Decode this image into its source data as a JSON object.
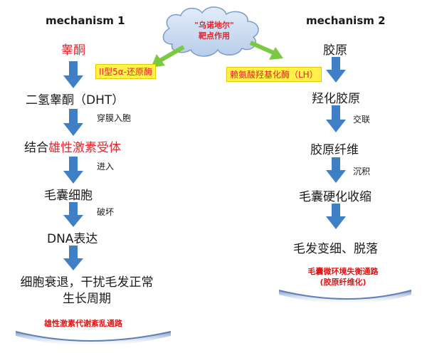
{
  "left": {
    "heading": "mechanism 1",
    "step1": "睾酮",
    "enzyme": "II型5α-还原酶",
    "step2": "二氢睾酮（DHT）",
    "edge2": "穿膜入胞",
    "step3_prefix": "结合",
    "step3_highlight": "雄性激素受体",
    "edge3": "进入",
    "step4": "毛囊细胞",
    "edge4": "破坏",
    "step5": "DNA表达",
    "step6_line1": "细胞衰退，干扰毛发正常",
    "step6_line2": "生长周期",
    "pathway": "雄性激素代谢紊乱通路"
  },
  "right": {
    "heading": "mechanism 2",
    "step1": "胶原",
    "enzyme": "赖氨酸羟基化酶（LH）",
    "step2": "羟化胶原",
    "edge2": "交联",
    "step3": "胶原纤维",
    "edge3": "沉积",
    "step4": "毛囊硬化收缩",
    "step5": "毛发变细、脱落",
    "pathway_line1": "毛囊微环境失衡通路",
    "pathway_line2": "(胶原纤维化)"
  },
  "cloud": {
    "line1": "\"乌诺地尔\"",
    "line2": "靶点作用"
  },
  "colors": {
    "arrow_blue": "#3f7fc6",
    "arrow_green": "#7ac943",
    "highlight_red": "#e8232a",
    "enzyme_bg": "#fff14a",
    "cloud_fill": "#c9dcf2"
  }
}
